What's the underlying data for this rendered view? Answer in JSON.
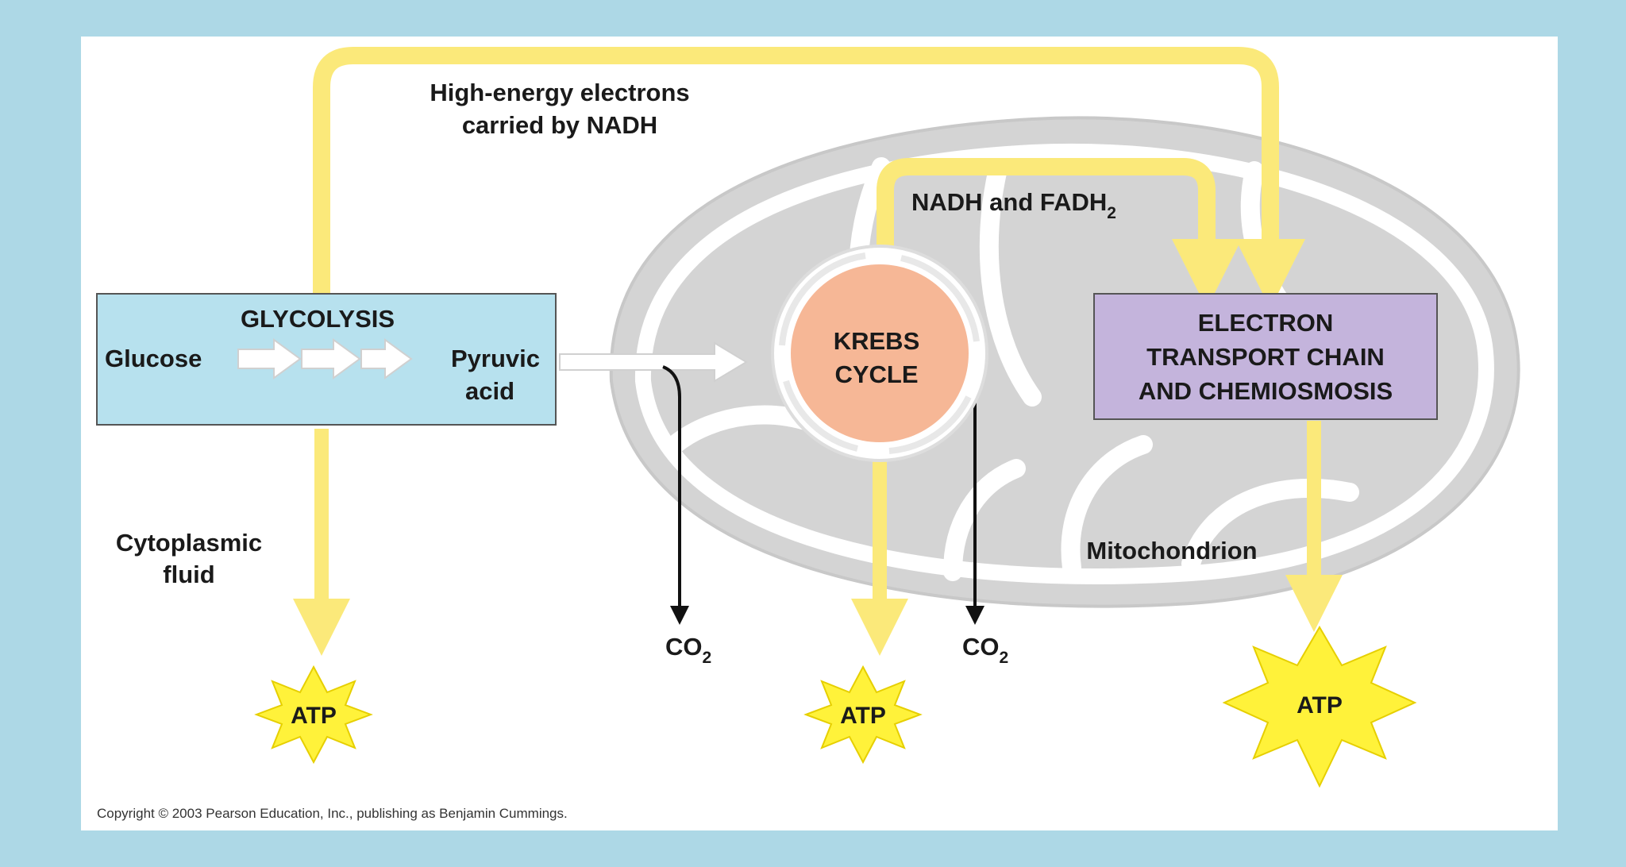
{
  "diagram": {
    "nadh_label": {
      "line1": "High-energy electrons",
      "line2": "carried by NADH"
    },
    "fadh_label": {
      "prefix": "NADH and FADH",
      "sub": "2"
    },
    "glycolysis": {
      "title": "GLYCOLYSIS",
      "input": "Glucose",
      "output_line1": "Pyruvic",
      "output_line2": "acid"
    },
    "krebs": {
      "line1": "KREBS",
      "line2": "CYCLE"
    },
    "etc": {
      "line1": "ELECTRON",
      "line2": "TRANSPORT CHAIN",
      "line3": "AND CHEMIOSMOSIS"
    },
    "cytoplasm_label": {
      "line1": "Cytoplasmic",
      "line2": "fluid"
    },
    "mitochondrion_label": "Mitochondrion",
    "co2": {
      "main": "CO",
      "sub": "2"
    },
    "atp_label": "ATP",
    "copyright": "Copyright © 2003 Pearson Education, Inc., publishing as Benjamin Cummings."
  },
  "colors": {
    "background": "#add8e6",
    "panel": "#ffffff",
    "flow_arrow": "#fbe97a",
    "glycolysis_box": "#b7e1ee",
    "etc_box": "#c4b4dc",
    "krebs_fill": "#f6b796",
    "atp_star": "#fff23a",
    "mitochondrion": "#d4d4d4"
  }
}
